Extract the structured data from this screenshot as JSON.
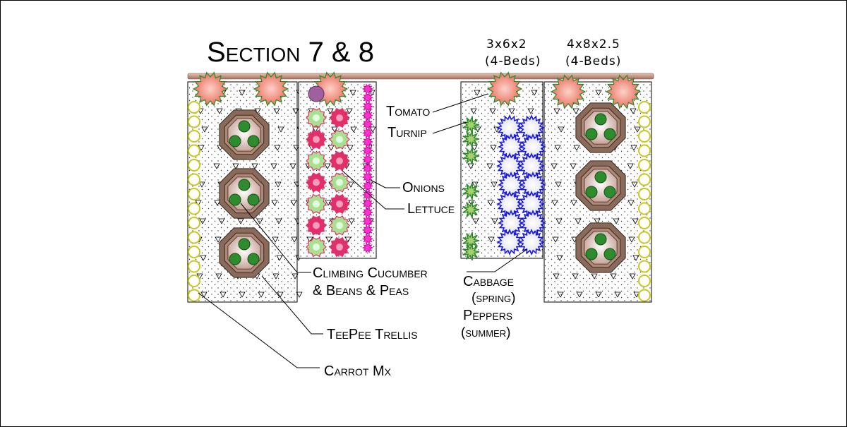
{
  "title": "Section 7 & 8",
  "bed_sizes": [
    {
      "size": "3x6x2",
      "count": "(4-Beds)"
    },
    {
      "size": "4x8x2.5",
      "count": "(4-Beds)"
    }
  ],
  "labels": {
    "tomato": "Tomato",
    "turnip": "Turnip",
    "onions": "Onions",
    "lettuce": "Lettuce",
    "climbing_1": "Climbing Cucumber",
    "climbing_2": "& Beans & Peas",
    "cabbage": "Cabbage",
    "cabbage_season": "(spring)",
    "peppers": "Peppers",
    "peppers_season": "(summer)",
    "teepee": "TeePee Trellis",
    "carrot": "Carrot Mx"
  },
  "colors": {
    "tomato": "#e8705f",
    "foliage": "#2e8b2e",
    "onion": "#ff33cc",
    "lettuce": "#e0306a",
    "cabbage": "#1a1ae0",
    "carrot": "#c8c820",
    "trellis": "#8a6a5a",
    "beam": "#c89080"
  }
}
